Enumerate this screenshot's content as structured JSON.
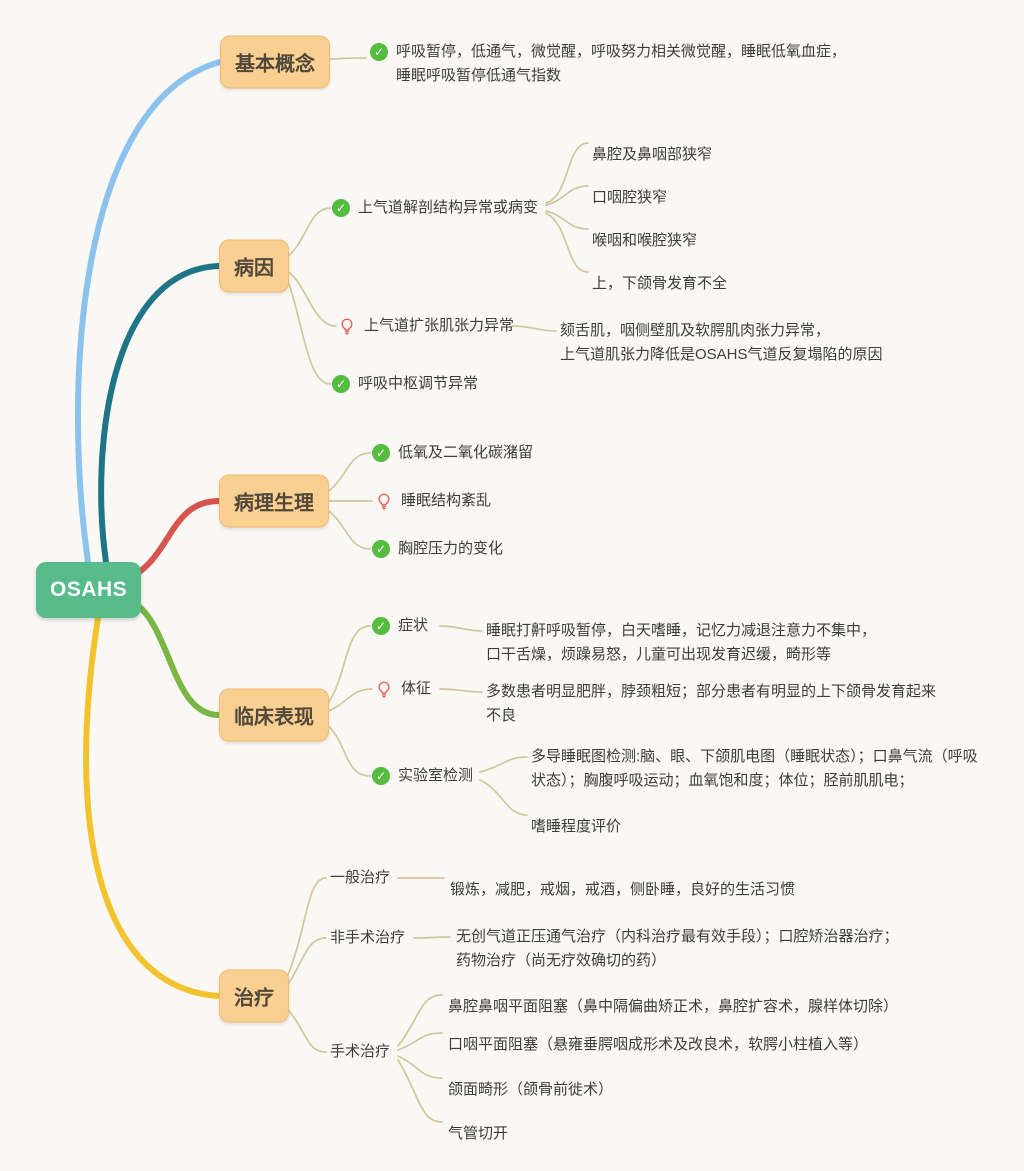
{
  "root": {
    "label": "OSAHS"
  },
  "colors": {
    "root_fill": "#57BB8A",
    "topic_fill": "#FAD092",
    "topic_border": "#F3BB6E",
    "branch_blue": "#8CC2EE",
    "branch_teal": "#1F7488",
    "branch_red": "#D8544E",
    "branch_green": "#7AB642",
    "branch_yellow": "#F2C32E",
    "sublink": "#D4C59B",
    "check_icon": "#54BD40",
    "bulb_icon": "#E2574C",
    "text": "#3D3D3D",
    "background": "#FAF8F4"
  },
  "branches": [
    {
      "label": "基本概念",
      "children": [
        {
          "icon": "check",
          "label": "呼吸暂停，低通气，微觉醒，呼吸努力相关微觉醒，睡眠低氧血症，\n睡眠呼吸暂停低通气指数"
        }
      ]
    },
    {
      "label": "病因",
      "children": [
        {
          "icon": "check",
          "label": "上气道解剖结构异常或病变",
          "children": [
            {
              "label": "鼻腔及鼻咽部狭窄"
            },
            {
              "label": "口咽腔狭窄"
            },
            {
              "label": "喉咽和喉腔狭窄"
            },
            {
              "label": "上，下颌骨发育不全"
            }
          ]
        },
        {
          "icon": "bulb",
          "label": "上气道扩张肌张力异常",
          "children": [
            {
              "label": "颏舌肌，咽侧壁肌及软腭肌肉张力异常，\n上气道肌张力降低是OSAHS气道反复塌陷的原因"
            }
          ]
        },
        {
          "icon": "check",
          "label": "呼吸中枢调节异常"
        }
      ]
    },
    {
      "label": "病理生理",
      "children": [
        {
          "icon": "check",
          "label": "低氧及二氧化碳潴留"
        },
        {
          "icon": "bulb",
          "label": "睡眠结构紊乱"
        },
        {
          "icon": "check",
          "label": "胸腔压力的变化"
        }
      ]
    },
    {
      "label": "临床表现",
      "children": [
        {
          "icon": "check",
          "label": "症状",
          "children": [
            {
              "label": "睡眠打鼾呼吸暂停，白天嗜睡，记忆力减退注意力不集中，\n口干舌燥，烦躁易怒，儿童可出现发育迟缓，畸形等"
            }
          ]
        },
        {
          "icon": "bulb",
          "label": "体征",
          "children": [
            {
              "label": "多数患者明显肥胖，脖颈粗短；部分患者有明显的上下颌骨发育起来\n不良"
            }
          ]
        },
        {
          "icon": "check",
          "label": "实验室检测",
          "children": [
            {
              "label": "多导睡眠图检测:脑、眼、下颌肌电图（睡眠状态）；口鼻气流（呼吸\n状态）；胸腹呼吸运动；血氧饱和度；体位；胫前肌肌电；"
            },
            {
              "label": "嗜睡程度评价"
            }
          ]
        }
      ]
    },
    {
      "label": "治疗",
      "children": [
        {
          "label": "一般治疗",
          "children": [
            {
              "label": "锻炼，减肥，戒烟，戒酒，侧卧睡，良好的生活习惯"
            }
          ]
        },
        {
          "label": "非手术治疗",
          "children": [
            {
              "label": "无创气道正压通气治疗（内科治疗最有效手段）；口腔矫治器治疗；\n药物治疗（尚无疗效确切的药）"
            }
          ]
        },
        {
          "label": "手术治疗",
          "children": [
            {
              "label": "鼻腔鼻咽平面阻塞（鼻中隔偏曲矫正术，鼻腔扩容术，腺样体切除）"
            },
            {
              "label": "口咽平面阻塞（悬雍垂腭咽成形术及改良术，软腭小柱植入等）"
            },
            {
              "label": "颌面畸形（颌骨前徙术）"
            },
            {
              "label": "气管切开"
            }
          ]
        }
      ]
    }
  ]
}
